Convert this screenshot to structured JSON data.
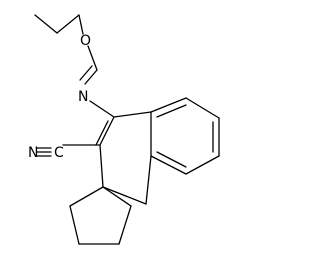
{
  "structure": {
    "atoms": {
      "oxygen": "O",
      "imine_nitrogen": "N",
      "nitrile_nitrogen": "N",
      "nitrile_carbon": "C"
    },
    "colors": {
      "bond": "#000000",
      "label": "#000000",
      "background": "#ffffff"
    }
  }
}
